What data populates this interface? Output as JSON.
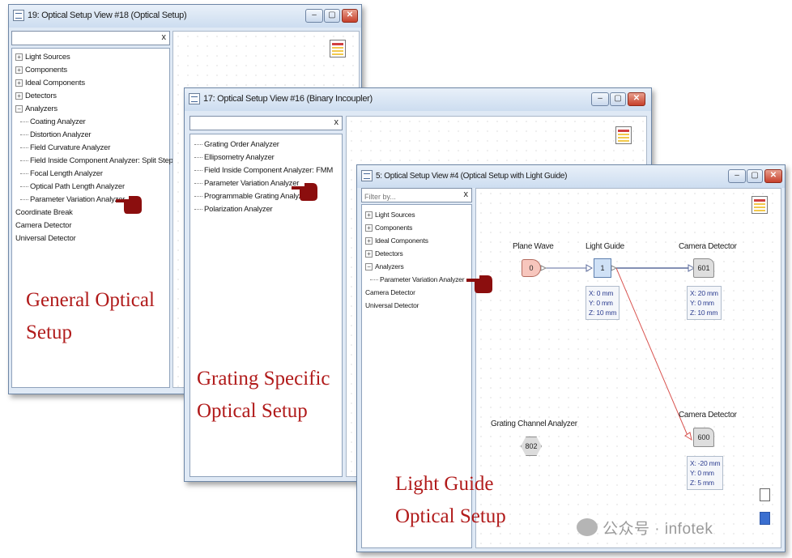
{
  "window1": {
    "title": "19: Optical Setup View #18 (Optical Setup)",
    "filter_clear": "x",
    "tree": [
      {
        "label": "Light Sources",
        "expander": "+"
      },
      {
        "label": "Components",
        "expander": "+"
      },
      {
        "label": "Ideal Components",
        "expander": "+"
      },
      {
        "label": "Detectors",
        "expander": "+"
      },
      {
        "label": "Analyzers",
        "expander": "−"
      },
      {
        "label": "Coating Analyzer"
      },
      {
        "label": "Distortion Analyzer"
      },
      {
        "label": "Field Curvature Analyzer"
      },
      {
        "label": "Field Inside Component Analyzer: Split Step"
      },
      {
        "label": "Focal Length Analyzer"
      },
      {
        "label": "Optical Path Length Analyzer"
      },
      {
        "label": "Parameter Variation Analyzer"
      },
      {
        "label": "Coordinate Break"
      },
      {
        "label": "Camera Detector"
      },
      {
        "label": "Universal Detector"
      }
    ]
  },
  "window2": {
    "title": "17: Optical Setup View #16 (Binary Incoupler)",
    "filter_clear": "x",
    "tree": [
      {
        "label": "Grating Order Analyzer"
      },
      {
        "label": "Ellipsometry Analyzer"
      },
      {
        "label": "Field Inside Component Analyzer: FMM"
      },
      {
        "label": "Parameter Variation Analyzer"
      },
      {
        "label": "Programmable Grating Analyzer"
      },
      {
        "label": "Polarization Analyzer"
      }
    ]
  },
  "window3": {
    "title": "5: Optical Setup View #4 (Optical Setup with Light Guide)",
    "filter_placeholder": "Filter by...",
    "filter_clear": "x",
    "tree": [
      {
        "label": "Light Sources",
        "expander": "+"
      },
      {
        "label": "Components",
        "expander": "+"
      },
      {
        "label": "Ideal Components",
        "expander": "+"
      },
      {
        "label": "Detectors",
        "expander": "+"
      },
      {
        "label": "Analyzers",
        "expander": "−"
      },
      {
        "label": "Parameter Variation Analyzer"
      },
      {
        "label": "Camera Detector"
      },
      {
        "label": "Universal Detector"
      }
    ],
    "nodes": {
      "plane_wave": {
        "label": "Plane Wave",
        "id": "0"
      },
      "light_guide": {
        "label": "Light Guide",
        "id": "1",
        "info": [
          "X: 0 mm",
          "Y: 0 mm",
          "Z: 10 mm"
        ]
      },
      "camera1": {
        "label": "Camera Detector",
        "id": "601",
        "info": [
          "X: 20 mm",
          "Y: 0 mm",
          "Z: 10 mm"
        ]
      },
      "camera2": {
        "label": "Camera Detector",
        "id": "600",
        "info": [
          "X: -20 mm",
          "Y: 0 mm",
          "Z: 5 mm"
        ]
      },
      "grating_analyzer": {
        "label": "Grating Channel Analyzer",
        "id": "802"
      }
    }
  },
  "annotations": {
    "general": [
      "General Optical",
      "Setup"
    ],
    "grating": [
      "Grating Specific",
      "Optical Setup"
    ],
    "lightguide": [
      "Light Guide",
      "Optical Setup"
    ]
  },
  "watermark": "公众号 · infotek",
  "window_buttons": {
    "minimize": "‒",
    "maximize": "▢",
    "close": "✕"
  },
  "colors": {
    "annotation": "#b11b1b",
    "info_text": "#2a3b8f",
    "link_red": "#d9534f",
    "link_blue": "#5b6b9c"
  }
}
